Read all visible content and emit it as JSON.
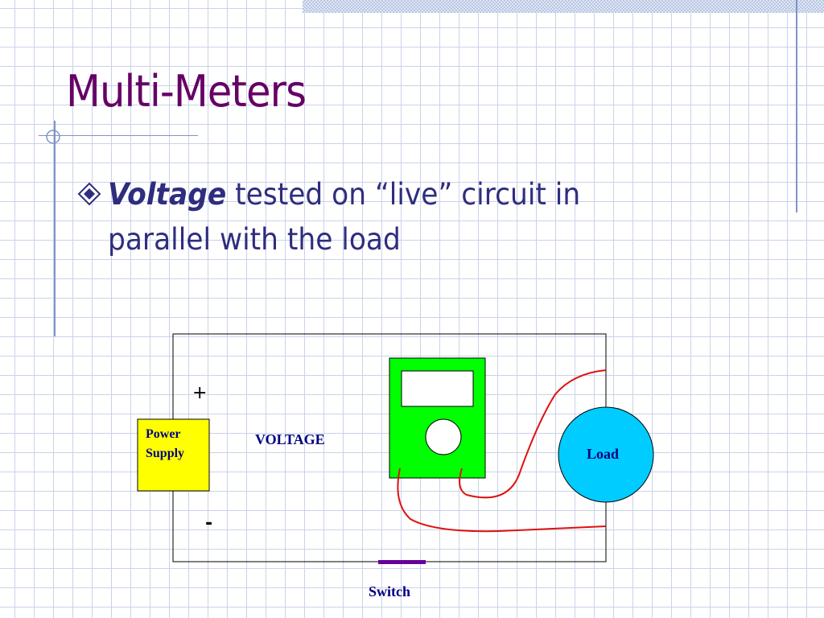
{
  "slide": {
    "title": "Multi-Meters",
    "bullet": {
      "emphasis": "Voltage",
      "text": " tested on “live” circuit in parallel with the load"
    }
  },
  "diagram": {
    "power_supply_label_line1": "Power",
    "power_supply_label_line2": "Supply",
    "plus_sign": "+",
    "minus_sign": "-",
    "meter_label": "VOLTAGE",
    "load_label": "Load",
    "switch_label": "Switch"
  },
  "colors": {
    "title": "#660066",
    "bullet_text": "#2f2d7e",
    "meter_body": "#00ff00",
    "power_supply": "#ffff00",
    "load": "#00ccff",
    "leads": "#e01010",
    "switch": "#660099",
    "diagram_text": "#000080"
  }
}
